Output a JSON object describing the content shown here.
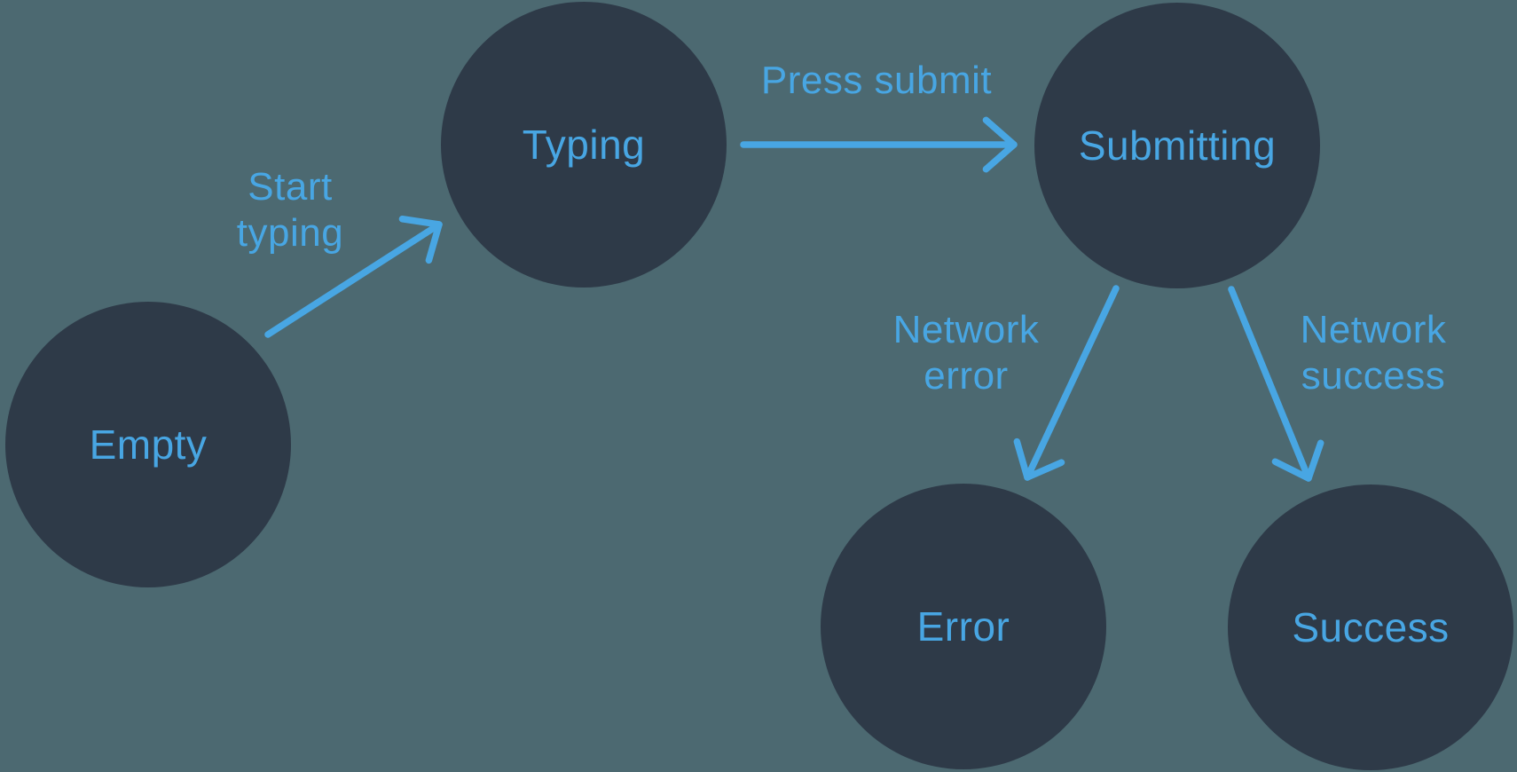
{
  "diagram": {
    "nodes": [
      {
        "id": "empty",
        "label": "Empty"
      },
      {
        "id": "typing",
        "label": "Typing"
      },
      {
        "id": "submitting",
        "label": "Submitting"
      },
      {
        "id": "error",
        "label": "Error"
      },
      {
        "id": "success",
        "label": "Success"
      }
    ],
    "edges": [
      {
        "from": "empty",
        "to": "typing",
        "label": "Start typing"
      },
      {
        "from": "typing",
        "to": "submitting",
        "label": "Press submit"
      },
      {
        "from": "submitting",
        "to": "error",
        "label": "Network error"
      },
      {
        "from": "submitting",
        "to": "success",
        "label": "Network success"
      }
    ],
    "colors": {
      "background": "#4C6971",
      "node_fill": "#2E3A48",
      "accent": "#48A6E3"
    }
  }
}
